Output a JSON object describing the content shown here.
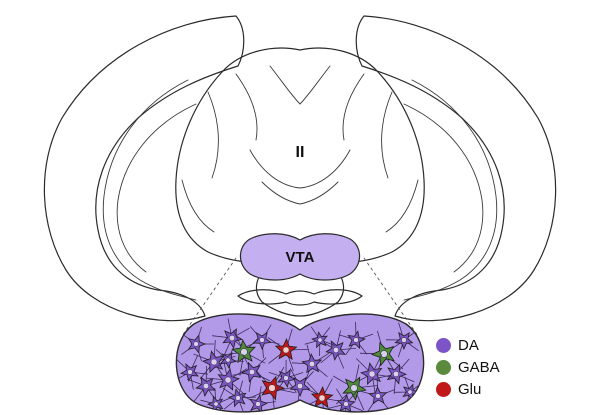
{
  "labels": {
    "ventricle": "II",
    "region": "VTA"
  },
  "colors": {
    "region_fill": "#c4aff0",
    "zoom_fill": "#b39ae8",
    "outline": "#2b2b2b",
    "da_cell": "#7d54c8",
    "gaba_cell": "#4f8a3a",
    "glu_cell": "#c01818"
  },
  "legend": {
    "items": [
      {
        "label": "DA",
        "color": "#7d54c8"
      },
      {
        "label": "GABA",
        "color": "#5a8a3c"
      },
      {
        "label": "Glu",
        "color": "#c01818"
      }
    ]
  }
}
